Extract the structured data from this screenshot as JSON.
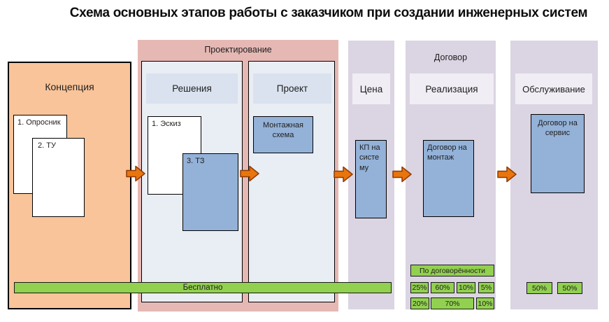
{
  "title": "Схема основных этапов работы с заказчиком при создании инженерных систем",
  "colors": {
    "orange": "#F9C499",
    "pink": "#E5B8B4",
    "lavender": "#DBD4E2",
    "lavender_band": "#F0EDF4",
    "steel_col": "#E9EDF4",
    "steel_band": "#D9E2EE",
    "blue_card": "#94B2D8",
    "green": "#92D050",
    "arrow": "#E9750E",
    "arrow_border": "#8E3B05"
  },
  "concept": {
    "label": "Концепция",
    "papers": [
      "1. Опросник",
      "2. ТУ"
    ]
  },
  "design": {
    "label": "Проектирование",
    "solutions": {
      "header": "Решения",
      "paper": "1. Эскиз",
      "tz": "3. ТЗ"
    },
    "project": {
      "header": "Проект",
      "box": "Монтажная\nсхема"
    }
  },
  "price": {
    "header": "Цена",
    "box": "КП на\nсисте\nму"
  },
  "contract": {
    "label": "Договор",
    "header": "Реализация",
    "box": "Договор на\nмонтаж",
    "negotiated": "По договорённости",
    "row1": [
      "25%",
      "60%",
      "10%",
      "5%"
    ],
    "row2": [
      "20%",
      "70%",
      "10%"
    ]
  },
  "service": {
    "header": "Обслуживание",
    "box": "Договор на\nсервис",
    "percents": [
      "50%",
      "50%"
    ]
  },
  "free_label": "Бесплатно"
}
